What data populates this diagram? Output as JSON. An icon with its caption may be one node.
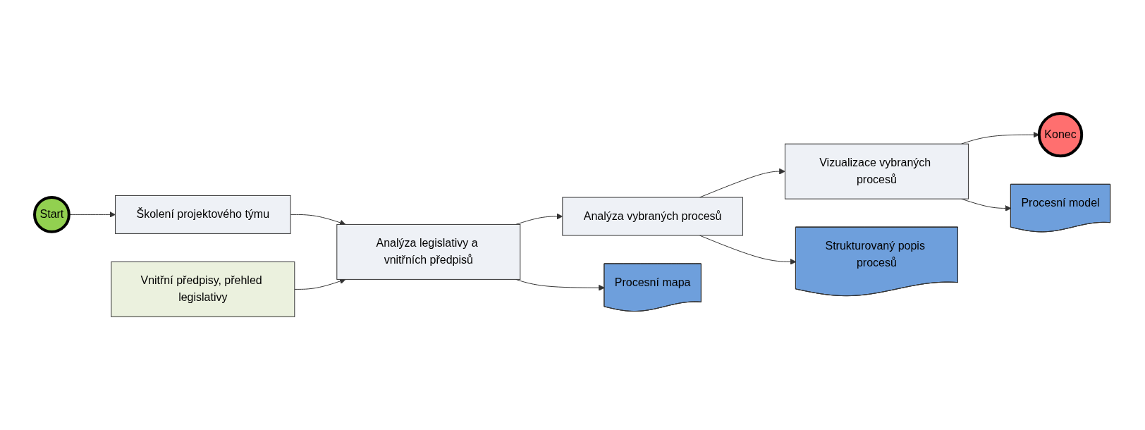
{
  "diagram": {
    "nodes": [
      {
        "text": [
          "Start"
        ]
      },
      {
        "text": [
          "Školení projektového týmu"
        ]
      },
      {
        "text": [
          "Vnitřní předpisy, přehled legislativy"
        ]
      },
      {
        "text": [
          "Analýza legislativy a vnitřních předpisů"
        ]
      },
      {
        "text": [
          "Analýza vybraných procesů"
        ]
      },
      {
        "text": [
          "Vizualizace vybraných procesů"
        ]
      },
      {
        "text": [
          "Konec"
        ]
      },
      {
        "text": [
          "Procesní mapa"
        ]
      },
      {
        "text": [
          "Strukturovaný popis procesů"
        ]
      },
      {
        "text": [
          "Procesní model"
        ]
      }
    ],
    "edges": [
      {
        "from": 0,
        "to": 1,
        "arrow": "to"
      },
      {
        "from": 1,
        "to": 3,
        "arrow": "to"
      },
      {
        "from": 2,
        "to": 3,
        "arrow": "to"
      },
      {
        "from": 3,
        "to": 4,
        "arrow": "to"
      },
      {
        "from": 4,
        "to": 5,
        "arrow": "to"
      },
      {
        "from": 5,
        "to": 6,
        "arrow": "to"
      },
      {
        "from": 3,
        "to": 7,
        "arrow": "to"
      },
      {
        "from": 4,
        "to": 8,
        "arrow": "to"
      },
      {
        "from": 5,
        "to": 9,
        "arrow": "to"
      }
    ]
  }
}
